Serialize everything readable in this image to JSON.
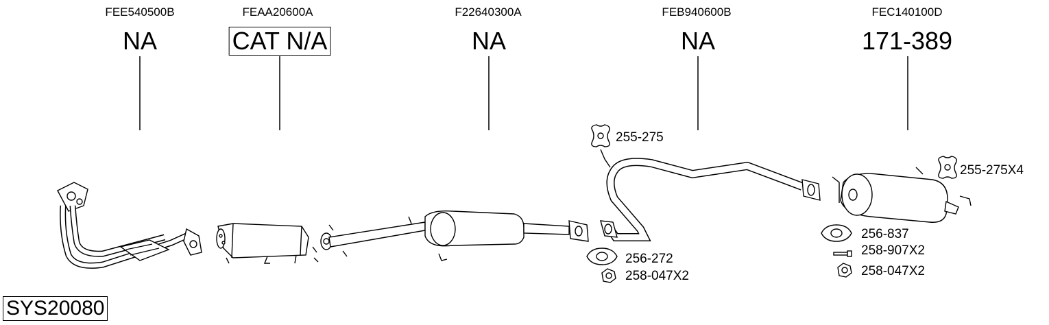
{
  "sections": [
    {
      "code": "FEE540500B",
      "value": "NA",
      "boxed": false
    },
    {
      "code": "FEAA20600A",
      "value": "CAT N/A",
      "boxed": true
    },
    {
      "code": "F22640300A",
      "value": "NA",
      "boxed": false
    },
    {
      "code": "FEB940600B",
      "value": "NA",
      "boxed": false
    },
    {
      "code": "FEC140100D",
      "value": "171-389",
      "boxed": false
    }
  ],
  "parts": {
    "hanger_mid": "255-275",
    "hanger_rear": "255-275X4",
    "gasket_mid": "256-272",
    "nut_mid": "258-047X2",
    "gasket_rear": "256-837",
    "bolt_rear": "258-907X2",
    "nut_rear": "258-047X2"
  },
  "system_code": "SYS20080"
}
